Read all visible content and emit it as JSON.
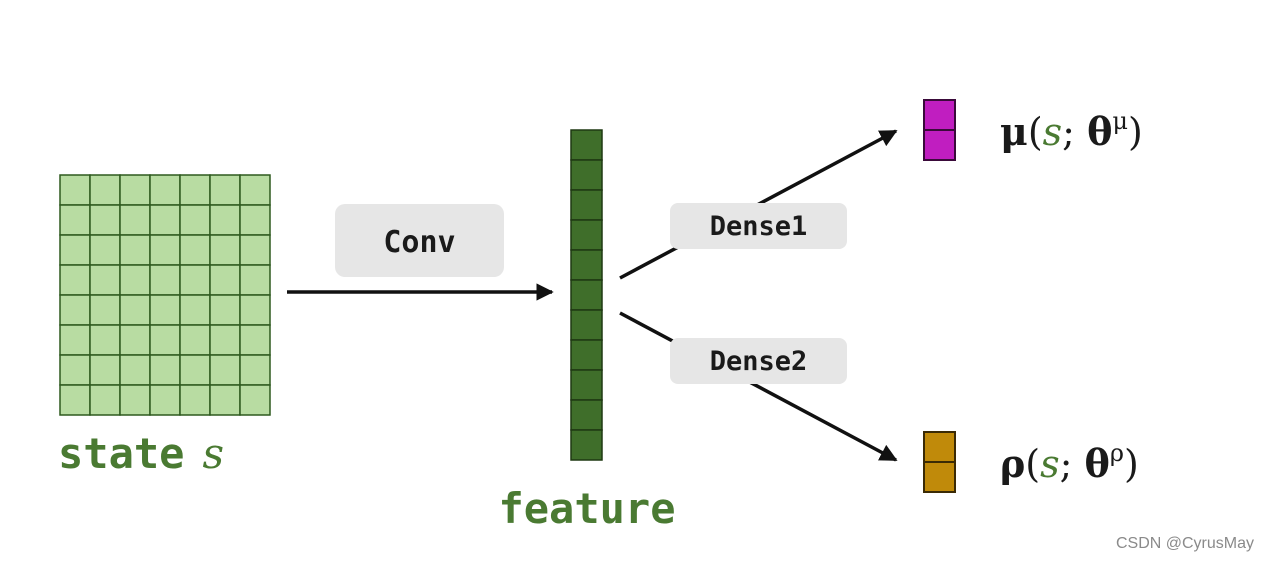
{
  "input": {
    "label_word": "state",
    "label_var": "s",
    "grid_rows": 8,
    "grid_cols": 7,
    "fill_color": "#b8dca2",
    "line_color": "#2e5a1e"
  },
  "conv": {
    "label": "Conv"
  },
  "feature": {
    "label": "feature",
    "cells": 11,
    "fill_color": "#3f6e2a",
    "line_color": "#1e3812"
  },
  "dense1": {
    "label": "Dense1"
  },
  "dense2": {
    "label": "Dense2"
  },
  "mu_output": {
    "fn": "μ",
    "open": "(",
    "var": "s",
    "sep": "; ",
    "param": "θ",
    "sup": "μ",
    "close": ")",
    "color": "#c01ec0"
  },
  "rho_output": {
    "fn": "ρ",
    "open": "(",
    "var": "s",
    "sep": "; ",
    "param": "θ",
    "sup": "ρ",
    "close": ")",
    "color": "#c08a0a"
  },
  "colors": {
    "text_green": "#4a7a32",
    "label_box": "#e6e6e6",
    "arrow": "#111111"
  },
  "watermark": "CSDN @CyrusMay"
}
